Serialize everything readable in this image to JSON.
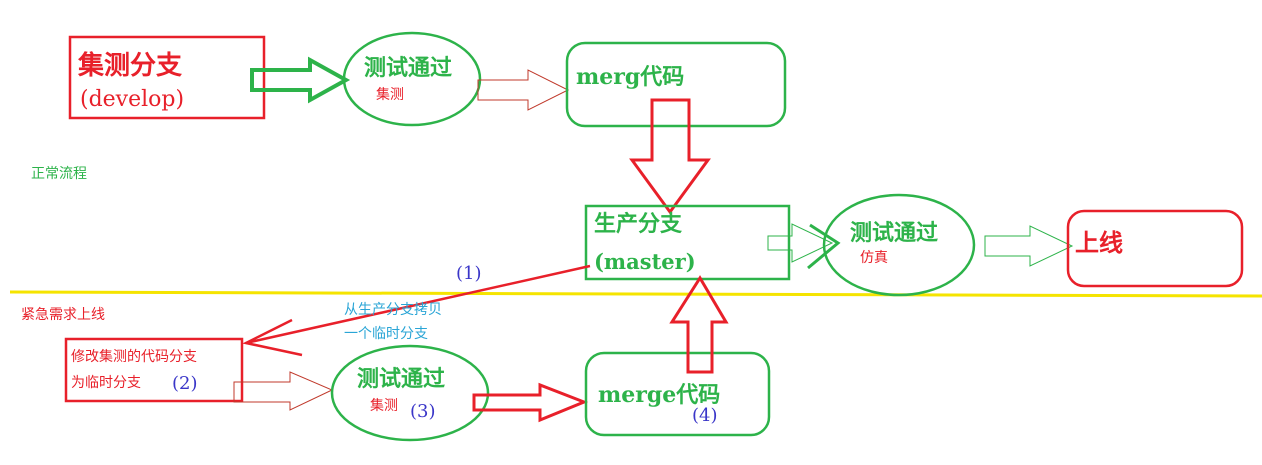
{
  "colors": {
    "red": "#e8202a",
    "green": "#2db34a",
    "yellow": "#f5e400",
    "blue": "#3a36c8",
    "cyan": "#2aa5d6",
    "dark_red": "#c0392b"
  },
  "normal_flow": {
    "label": "正常流程",
    "develop_box": {
      "line1": "集测分支",
      "line2": "(develop)"
    },
    "test_ellipse_1": {
      "title": "测试通过",
      "sub": "集测"
    },
    "merge_box_1": {
      "label": "merg代码"
    },
    "master_box": {
      "line1": "生产分支",
      "line2": "(master)"
    },
    "test_ellipse_2": {
      "title": "测试通过",
      "sub": "仿真"
    },
    "release_box": {
      "label": "上线"
    }
  },
  "urgent_flow": {
    "label": "紧急需求上线",
    "step1_marker": "(1)",
    "step1_note": {
      "line1": "从生产分支拷贝",
      "line2": "一个临时分支"
    },
    "temp_box": {
      "line1": "修改集测的代码分支",
      "line2": "为临时分支"
    },
    "step2_marker": "(2)",
    "test_ellipse_3": {
      "title": "测试通过",
      "sub": "集测"
    },
    "step3_marker": "(3)",
    "merge_box_2": {
      "label": "merge代码"
    },
    "step4_marker": "(4)"
  }
}
